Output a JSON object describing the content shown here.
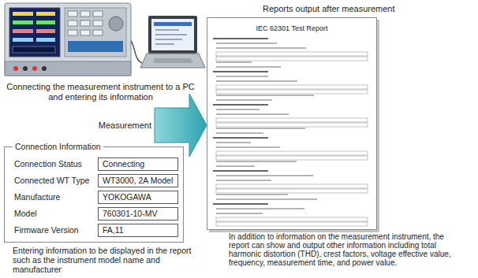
{
  "diagram": {
    "nodes": [
      {
        "text": [
          "Connection Information",
          "Connection Status",
          "Connected WT Type",
          "Manufacture",
          "Model",
          "Firmware Version"
        ]
      },
      {
        "text": [
          "Connecting"
        ],
        "in": 0
      },
      {
        "text": [
          "WT3000, 2A Model"
        ],
        "in": 0
      },
      {
        "text": [
          "YOKOGAWA"
        ],
        "in": 0
      },
      {
        "text": [
          "760301-10-MV"
        ],
        "in": 0
      },
      {
        "text": [
          "FA,11"
        ],
        "in": 0
      },
      {
        "text": [
          "Reports output after measurement",
          "IEC 62301 Test Report"
        ]
      }
    ],
    "edges": [
      {
        "from": 0,
        "to": 6,
        "arrow": "to",
        "label": "Measurement"
      }
    ],
    "labels": [
      "Connecting the measurement instrument to a PC and entering its information",
      "Entering information to be displayed in the report such as the instrument model name and manufacturer",
      "In addition to information on the measurement instrument, the report can show and output other information including total harmonic distortion (THD), crest factors, voltage effective value, frequency, measurement time, and power value."
    ]
  }
}
